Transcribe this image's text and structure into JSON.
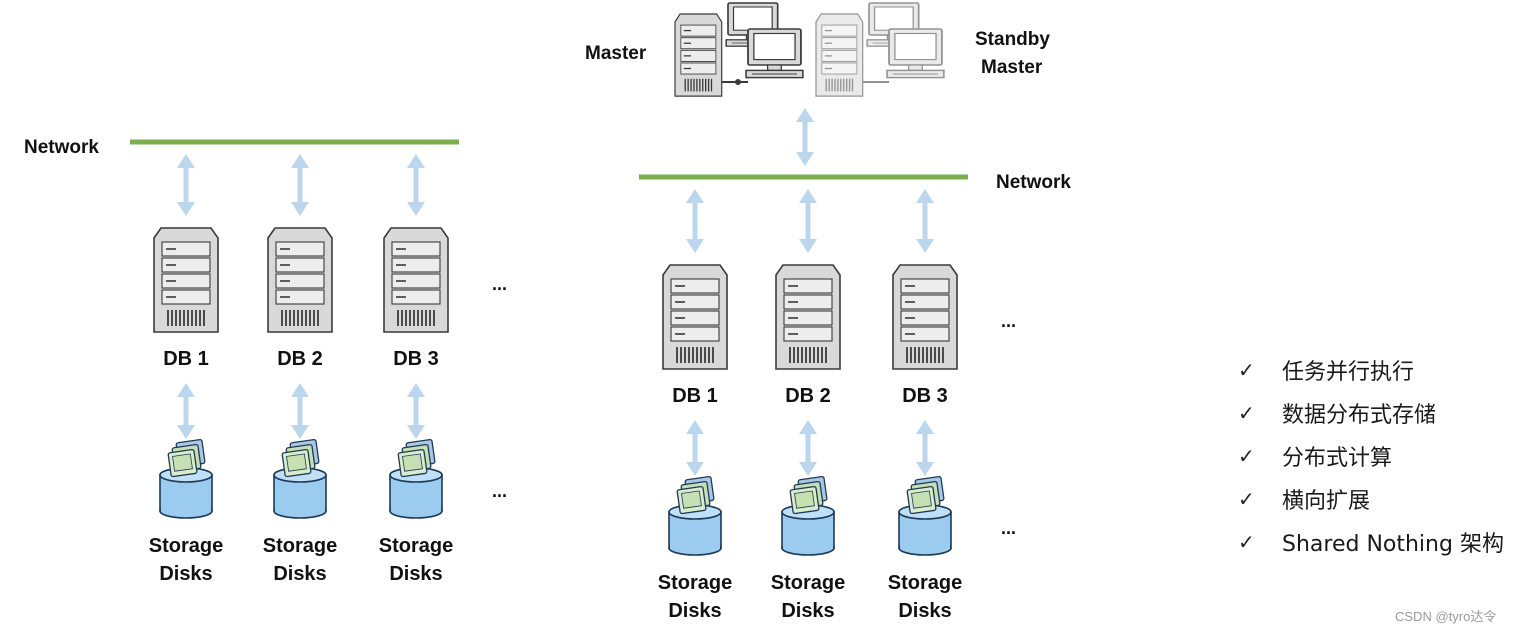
{
  "left_diagram": {
    "network_label": "Network",
    "nodes": [
      {
        "db_label": "DB 1",
        "storage_line1": "Storage",
        "storage_line2": "Disks"
      },
      {
        "db_label": "DB 2",
        "storage_line1": "Storage",
        "storage_line2": "Disks"
      },
      {
        "db_label": "DB 3",
        "storage_line1": "Storage",
        "storage_line2": "Disks"
      }
    ],
    "ellipsis": "..."
  },
  "right_diagram": {
    "master_label": "Master",
    "standby_line1": "Standby",
    "standby_line2": "Master",
    "network_label": "Network",
    "nodes": [
      {
        "db_label": "DB 1",
        "storage_line1": "Storage",
        "storage_line2": "Disks"
      },
      {
        "db_label": "DB 2",
        "storage_line1": "Storage",
        "storage_line2": "Disks"
      },
      {
        "db_label": "DB 3",
        "storage_line1": "Storage",
        "storage_line2": "Disks"
      }
    ],
    "ellipsis": "..."
  },
  "features": {
    "check_glyph": "✓",
    "items": [
      "任务并行执行",
      "数据分布式存储",
      "分布式计算",
      "横向扩展",
      "Shared Nothing 架构"
    ]
  },
  "watermark": "CSDN @tyro达令",
  "colors": {
    "network_line": "#7ab04b",
    "arrow": "#bcd6ee",
    "server_fill": "#d9d9d9",
    "server_stroke": "#3a3a3a",
    "standby_stroke": "#b5b5b5",
    "disk_fill": "#9ccbf0",
    "disk_stroke": "#1e3a55",
    "card_fill": "#c6e0b4"
  }
}
